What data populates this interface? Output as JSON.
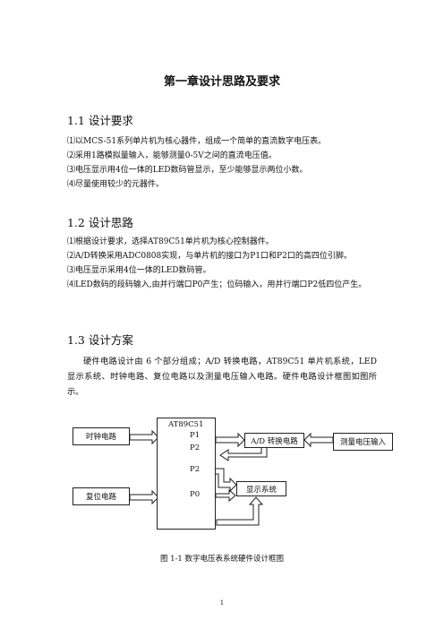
{
  "title": "第一章设计思路及要求",
  "section1": {
    "heading": "1.1 设计要求",
    "items": [
      "⑴以MCS-51系列单片机为核心器件，组成一个简单的直流数字电压表。",
      "⑵采用1路模拟量输入，能够测量0-5V之间的直流电压值。",
      "⑶电压显示用4位一体的LED数码管显示，至少能够显示两位小数。",
      "⑷尽量使用较少的元器件。"
    ]
  },
  "section2": {
    "heading": "1.2 设计思路",
    "items": [
      "⑴根据设计要求，选择AT89C51单片机为核心控制器件。",
      "⑵A/D转换采用ADC0808实现，与单片机的接口为P1口和P2口的高四位引脚。",
      "⑶电压显示采用4位一体的LED数码管。",
      "⑷LED数码的段码输入,由并行端口P0产生；位码输入，用并行端口P2低四位产生。"
    ]
  },
  "section3": {
    "heading": "1.3 设计方案",
    "paragraph": "硬件电路设计由 6 个部分组成；A/D 转换电路，AT89C51 单片机系统，LED 显示系统、时钟电路、复位电路以及测量电压输入电路。硬件电路设计框图如图所示。"
  },
  "diagram": {
    "clock": "时钟电路",
    "reset": "复位电路",
    "mcu": "AT89C51",
    "pins": [
      "P1",
      "P2",
      "P2",
      "P0"
    ],
    "adc": "A/D 转换电路",
    "voltage_input": "测量电压输入",
    "display": "显示系统"
  },
  "caption": "图 1-1 数字电压表系统硬件设计框图",
  "page_number": "1"
}
